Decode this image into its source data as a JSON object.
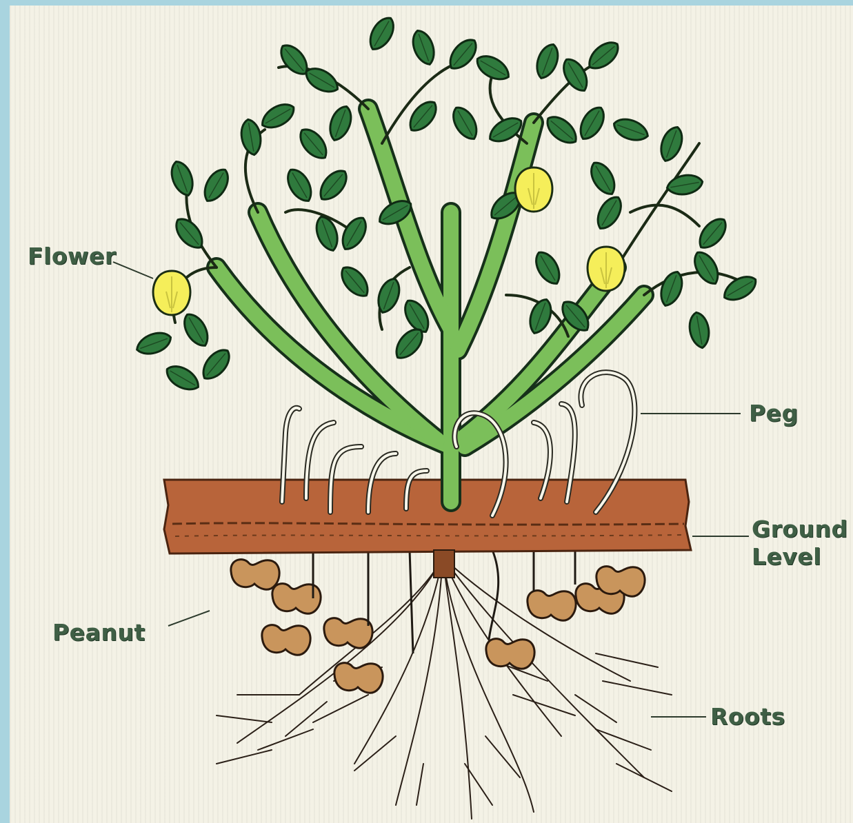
{
  "labels": {
    "flower": "Flower",
    "peg": "Peg",
    "ground_line1": "Ground",
    "ground_line2": "Level",
    "peanut": "Peanut",
    "roots": "Roots"
  },
  "colors": {
    "background": "#a9d4df",
    "panel": "#f4f2e6",
    "leaf": "#2f7a3d",
    "stem": "#7bbf5a",
    "flower": "#f5ee5a",
    "soil": "#b8643a",
    "peanut": "#c9955c",
    "label": "#3f5f45"
  },
  "icons": {
    "flower": "yellow-flower",
    "leaf": "green-leaf",
    "peanut": "peanut-pod",
    "root": "branching-root"
  }
}
